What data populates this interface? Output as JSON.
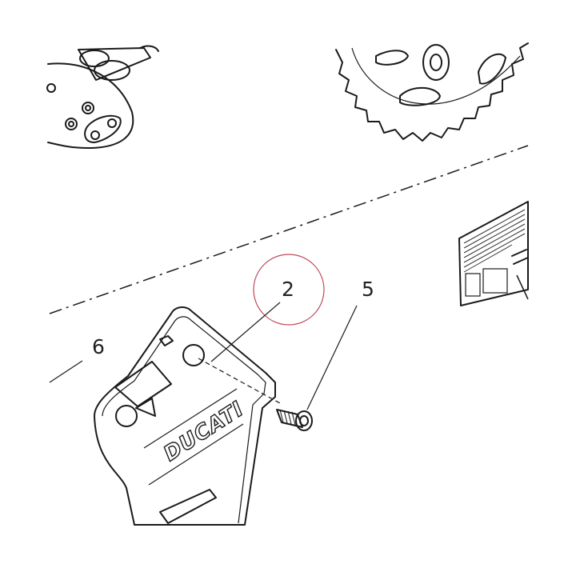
{
  "diagram": {
    "callouts": [
      {
        "id": "2",
        "label": "2"
      },
      {
        "id": "5",
        "label": "5"
      },
      {
        "id": "6",
        "label": "6"
      }
    ],
    "brand_text": "DUCATI",
    "colors": {
      "line": "#1a1a1a",
      "highlight_ring": "#c0485a",
      "background": "#ffffff"
    }
  }
}
